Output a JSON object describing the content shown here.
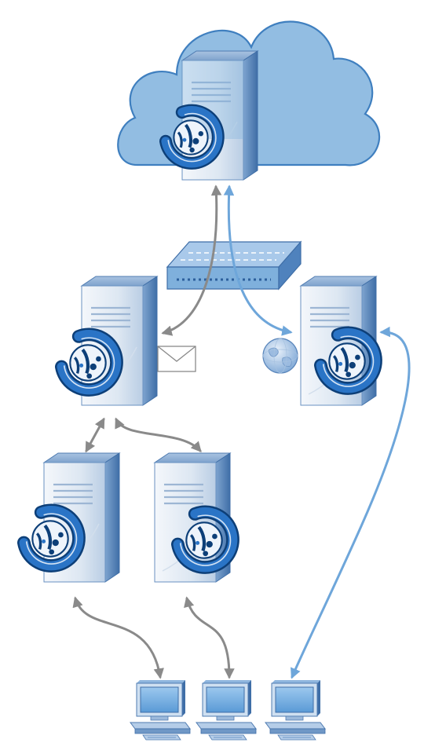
{
  "diagram": {
    "colors": {
      "cloud_fill": "#7fb2dd",
      "cloud_stroke": "#3f7fbf",
      "server_light": "#e9f0f8",
      "server_mid": "#c3d5ea",
      "server_dark": "#5a86bb",
      "logo_blue": "#2a74c6",
      "logo_dark": "#0d3f78",
      "switch_fill": "#7fb0dc",
      "arrow_gray": "#8a8a8a",
      "arrow_blue": "#6ea6da"
    },
    "nodes": [
      {
        "id": "cloud-server",
        "type": "server",
        "icon": "server-icon",
        "logo": "product-logo-icon"
      },
      {
        "id": "network-switch",
        "type": "switch",
        "icon": "switch-icon"
      },
      {
        "id": "mail-server",
        "type": "server",
        "icon": "server-icon",
        "logo": "product-logo-icon"
      },
      {
        "id": "web-server",
        "type": "server",
        "icon": "server-icon",
        "logo": "product-logo-icon"
      },
      {
        "id": "branch-server-left",
        "type": "server",
        "icon": "server-icon",
        "logo": "product-logo-icon"
      },
      {
        "id": "branch-server-right",
        "type": "server",
        "icon": "server-icon",
        "logo": "product-logo-icon"
      },
      {
        "id": "client-1",
        "type": "workstation",
        "icon": "computer-icon"
      },
      {
        "id": "client-2",
        "type": "workstation",
        "icon": "computer-icon"
      },
      {
        "id": "client-3",
        "type": "workstation",
        "icon": "computer-icon"
      }
    ],
    "decorations": [
      {
        "id": "mail",
        "icon": "envelope-icon"
      },
      {
        "id": "web",
        "icon": "globe-icon"
      }
    ],
    "connections": [
      {
        "from": "cloud-server",
        "to": "mail-server",
        "color": "gray",
        "direction": "both"
      },
      {
        "from": "cloud-server",
        "to": "web-server",
        "color": "blue",
        "direction": "both"
      },
      {
        "from": "mail-server",
        "to": "branch-server-left",
        "color": "gray",
        "direction": "both"
      },
      {
        "from": "mail-server",
        "to": "branch-server-right",
        "color": "gray",
        "direction": "both"
      },
      {
        "from": "branch-server-left",
        "to": "client-1",
        "color": "gray",
        "direction": "both"
      },
      {
        "from": "branch-server-right",
        "to": "client-2",
        "color": "gray",
        "direction": "both"
      },
      {
        "from": "web-server",
        "to": "client-3",
        "color": "blue",
        "direction": "both"
      }
    ]
  }
}
